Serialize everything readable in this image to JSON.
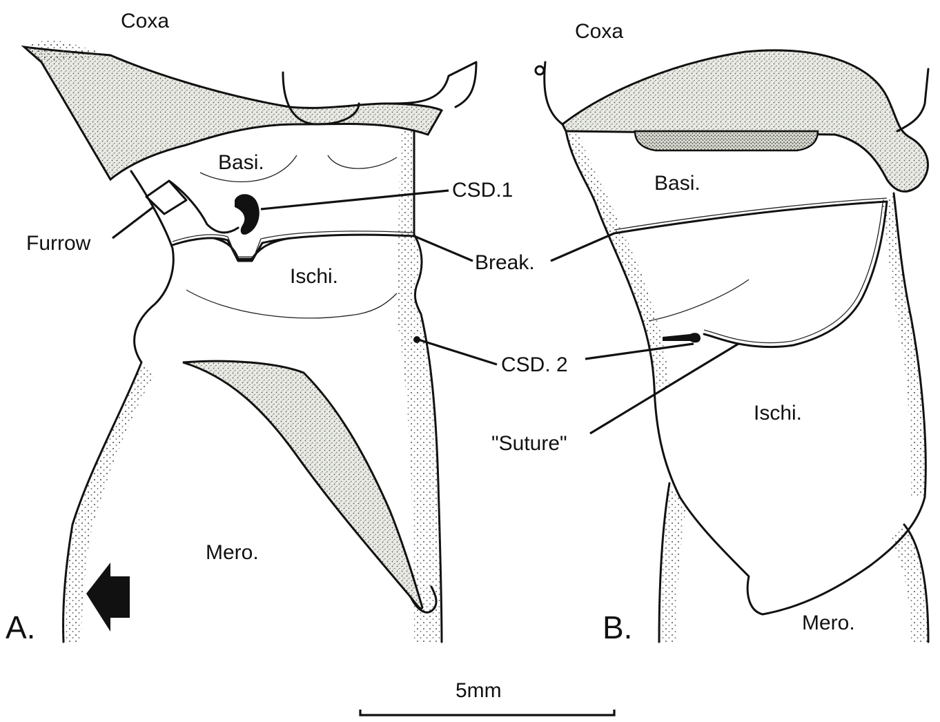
{
  "figure": {
    "panel_a": {
      "letter": "A.",
      "coxa": "Coxa",
      "basi": "Basi.",
      "ischi": "Ischi.",
      "mero": "Mero.",
      "furrow": "Furrow",
      "csd1": "CSD.1",
      "break": "Break.",
      "csd2": "CSD. 2"
    },
    "panel_b": {
      "letter": "B.",
      "coxa": "Coxa",
      "basi": "Basi.",
      "ischi": "Ischi.",
      "mero": "Mero.",
      "suture": "\"Suture\""
    },
    "scale_bar": {
      "label": "5mm"
    }
  }
}
